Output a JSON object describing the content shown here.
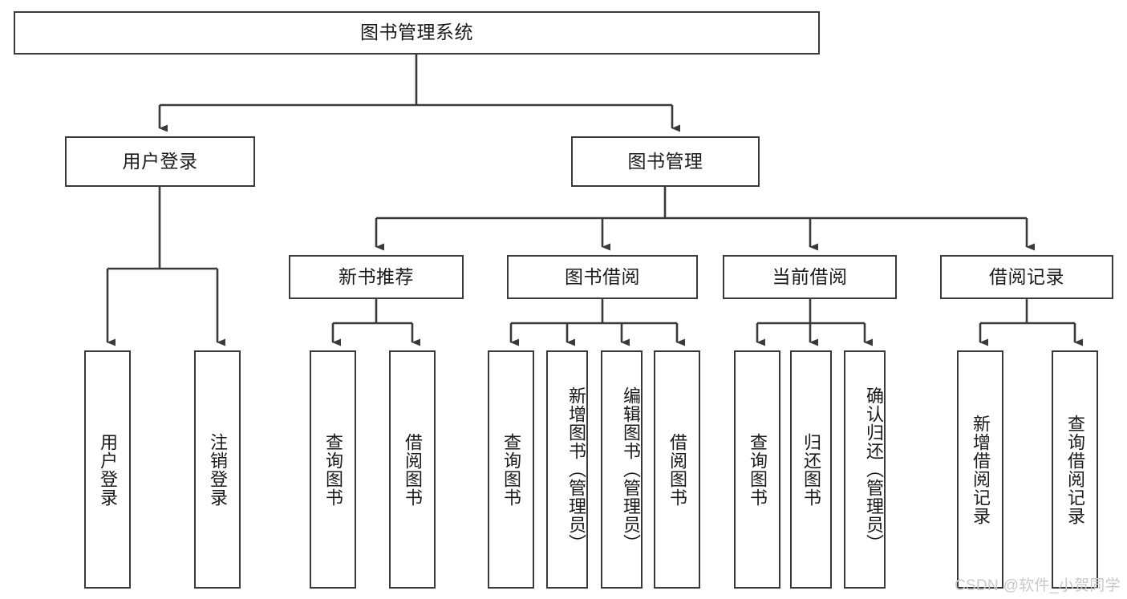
{
  "diagram": {
    "title": "图书管理系统",
    "type": "tree-hierarchy",
    "root": {
      "label": "图书管理系统"
    },
    "level2": [
      {
        "label": "用户登录"
      },
      {
        "label": "图书管理"
      }
    ],
    "level3": [
      {
        "label": "新书推荐"
      },
      {
        "label": "图书借阅"
      },
      {
        "label": "当前借阅"
      },
      {
        "label": "借阅记录"
      }
    ],
    "leaves": {
      "user_login": [
        {
          "label": "用户登录"
        },
        {
          "label": "注销登录"
        }
      ],
      "new_book_recommend": [
        {
          "label": "查询图书"
        },
        {
          "label": "借阅图书"
        }
      ],
      "book_borrow": [
        {
          "label": "查询图书"
        },
        {
          "label": "新增图书（管理员）"
        },
        {
          "label": "编辑图书（管理员）"
        },
        {
          "label": "借阅图书"
        }
      ],
      "current_borrow": [
        {
          "label": "查询图书"
        },
        {
          "label": "归还图书"
        },
        {
          "label": "确认归还（管理员）"
        }
      ],
      "borrow_record": [
        {
          "label": "新增借阅记录"
        },
        {
          "label": "查询借阅记录"
        }
      ]
    }
  },
  "watermark": {
    "text": "CSDN @软件_小贺同学"
  },
  "colors": {
    "line": "#3a3a3a",
    "box_border": "#3a3a3a",
    "box_fill": "#ffffff",
    "text": "#1a1a1a",
    "watermark": "#c9c9c9",
    "background": "#ffffff"
  }
}
